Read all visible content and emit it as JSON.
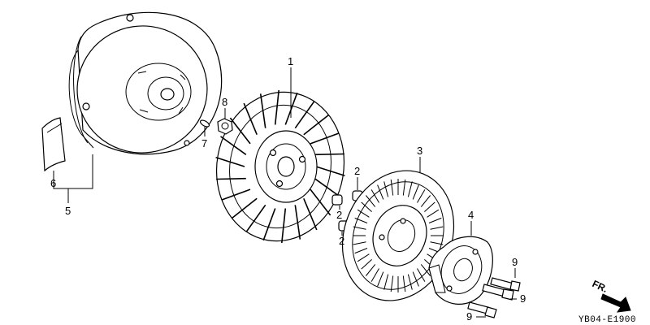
{
  "diagram": {
    "callouts": {
      "flywheel": "1",
      "collar_a": "2",
      "collar_b": "2",
      "collar_c": "2",
      "pulser_plate": "3",
      "starter_pulley": "4",
      "cover_assembly": "5",
      "label_tag": "6",
      "washer": "7",
      "nut": "8",
      "bolt_a": "9",
      "bolt_b": "9",
      "bolt_c": "9"
    },
    "direction_marker": "FR.",
    "figure_code": "YB04-E1900"
  }
}
